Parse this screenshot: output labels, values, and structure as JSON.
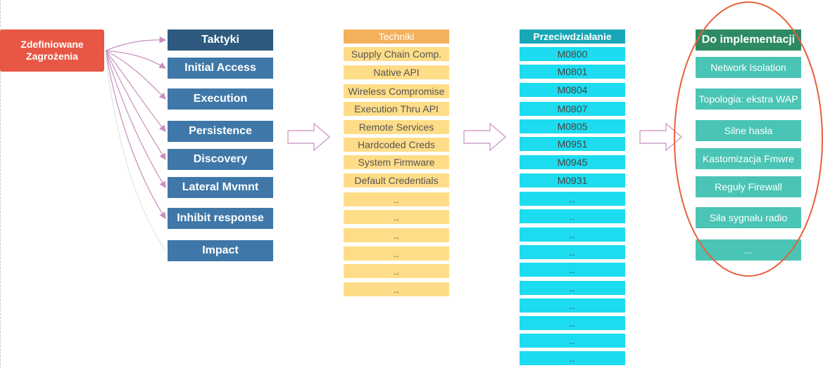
{
  "source": {
    "line1": "Zdefiniowane",
    "line2": "Zagrożenia"
  },
  "tactics": {
    "header": "Taktyki",
    "items": [
      "Initial Access",
      "Execution",
      "Persistence",
      "Discovery",
      "Lateral Mvmnt",
      "Inhibit response",
      "Impact"
    ]
  },
  "techniques": {
    "header": "Techniki",
    "items": [
      "Supply Chain Comp.",
      "Native API",
      "Wireless Compromise",
      "Execution Thru API",
      "Remote Services",
      "Hardcoded Creds",
      "System Firmware",
      "Default Credentials",
      "..",
      "..",
      "..",
      "..",
      "..",
      ".."
    ]
  },
  "mitigations": {
    "header": "Przeciwdziałanie",
    "items": [
      "M0800",
      "M0801",
      "M0804",
      "M0807",
      "M0805",
      "M0951",
      "M0945",
      "M0931",
      "..",
      "..",
      "..",
      "..",
      "..",
      "..",
      "..",
      "..",
      "..",
      ".."
    ]
  },
  "implementation": {
    "header": "Do implementacji",
    "items": [
      "Network Isolation",
      "Topologia: ekstra WAP",
      "Silne hasła",
      "Kastomizacja Fmwre",
      "Reguły Firewall",
      "Siła sygnału radio",
      "..."
    ]
  },
  "colors": {
    "source": "#e85744",
    "tactic": "#3f78a8",
    "technique": "#ffdd88",
    "mitigation": "#1ddcef",
    "implementation": "#4ac4b4",
    "ellipse": "#e8603c",
    "connector": "#c78fbf"
  }
}
